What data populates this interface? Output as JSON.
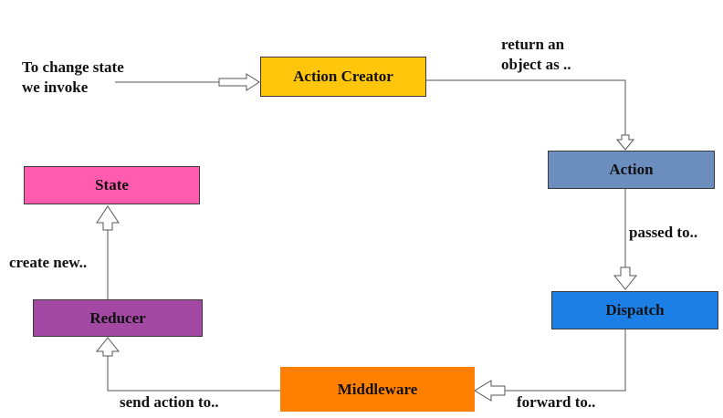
{
  "nodes": {
    "action_creator": {
      "label": "Action Creator",
      "color": "#ffc60b"
    },
    "action": {
      "label": "Action",
      "color": "#6c8ebf"
    },
    "dispatch": {
      "label": "Dispatch",
      "color": "#1c7fe6"
    },
    "middleware": {
      "label": "Middleware",
      "color": "#ff7f00"
    },
    "reducer": {
      "label": "Reducer",
      "color": "#a349a4"
    },
    "state": {
      "label": "State",
      "color": "#ff5cb0"
    }
  },
  "edges": {
    "intro_line1": "To change state",
    "intro_line2": "we invoke",
    "return_line1": "return an",
    "return_line2": "object as ..",
    "passed": "passed to..",
    "forward": "forward to..",
    "send": "send action to..",
    "create": "create new.."
  }
}
